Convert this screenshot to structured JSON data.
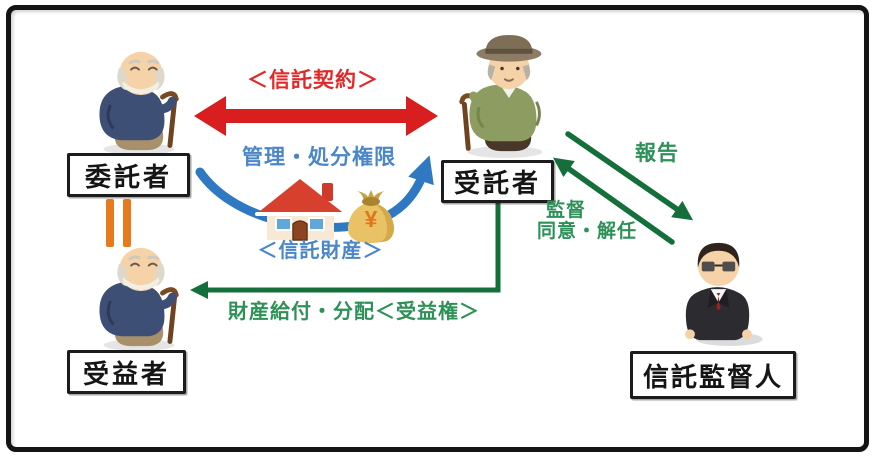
{
  "actors": {
    "settlor": {
      "label": "委託者",
      "icon": "elderly-man-icon"
    },
    "trustee": {
      "label": "受託者",
      "icon": "man-with-hat-icon"
    },
    "beneficiary": {
      "label": "受益者",
      "icon": "elderly-man-icon"
    },
    "supervisor": {
      "label": "信託監督人",
      "icon": "businessman-icon"
    }
  },
  "relations": {
    "contract_label": "＜信託契約＞",
    "authority_label": "管理・処分権限",
    "trust_property_label": "＜信託財産＞",
    "distribution_label": "財産給付・分配＜受益権＞",
    "report_label": "報告",
    "supervision_label": "監督",
    "consent_dismissal_label": "同意・解任"
  },
  "property": {
    "icons": [
      "house-icon",
      "money-bag-icon"
    ],
    "money_symbol": "¥"
  },
  "colors": {
    "contract_arrow_red": "#d81e1e",
    "red_text": "#e02a2a",
    "authority_arrow_blue": "#2e79c2",
    "blue_text": "#4a86c8",
    "green_arrow": "#156f3a",
    "green_text": "#2e9158",
    "equals_orange": "#e87a1e"
  }
}
